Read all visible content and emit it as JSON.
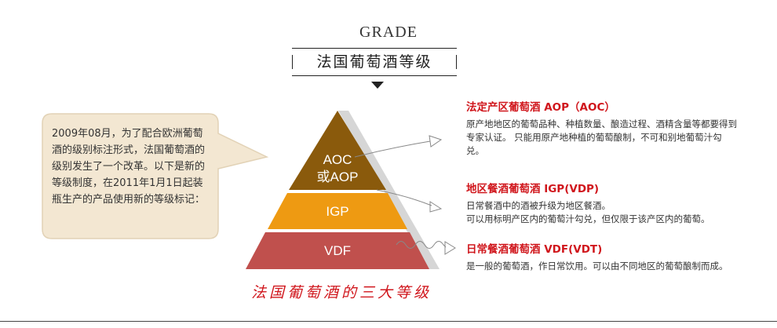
{
  "header": {
    "grade": "GRADE",
    "title": "法国葡萄酒等级"
  },
  "bubble": {
    "text": "2009年08月，为了配合欧洲葡萄酒的级别标注形式，法国葡萄酒的级别发生了一个改革。以下是新的等级制度，在2011年1月1日起装瓶生产的产品使用新的等级标记："
  },
  "pyramid": {
    "tiers": [
      {
        "label_line1": "AOC",
        "label_line2": "或AOP",
        "color": "#8a5a0c"
      },
      {
        "label": "IGP",
        "color": "#ee9a12"
      },
      {
        "label": "VDF",
        "color": "#c0504d"
      }
    ],
    "caption": "法国葡萄酒的三大等级"
  },
  "descriptions": [
    {
      "title": "法定产区葡萄酒 AOP（AOC）",
      "body": "原产地地区的葡萄品种、种植数量、酿造过程、酒精含量等都要得到专家认证。 只能用原产地种植的葡萄酿制，不可和别地葡萄汁勾兑。"
    },
    {
      "title": "地区餐酒葡萄酒 IGP(VDP)",
      "body_line1": "日常餐酒中的酒被升级为地区餐酒。",
      "body_line2": "可以用标明产区内的葡萄汁勾兑，但仅限于该产区内的葡萄。"
    },
    {
      "title": "日常餐酒葡萄酒 VDF(VDT)",
      "body": "是一般的葡萄酒，作日常饮用。可以由不同地区的葡萄酿制而成。"
    }
  ],
  "colors": {
    "accent_red": "#d0161c",
    "bubble_fill": "#f3e7d2",
    "bubble_stroke": "#e2d2b6",
    "pyramid_shadow": "#d6d6d6"
  }
}
